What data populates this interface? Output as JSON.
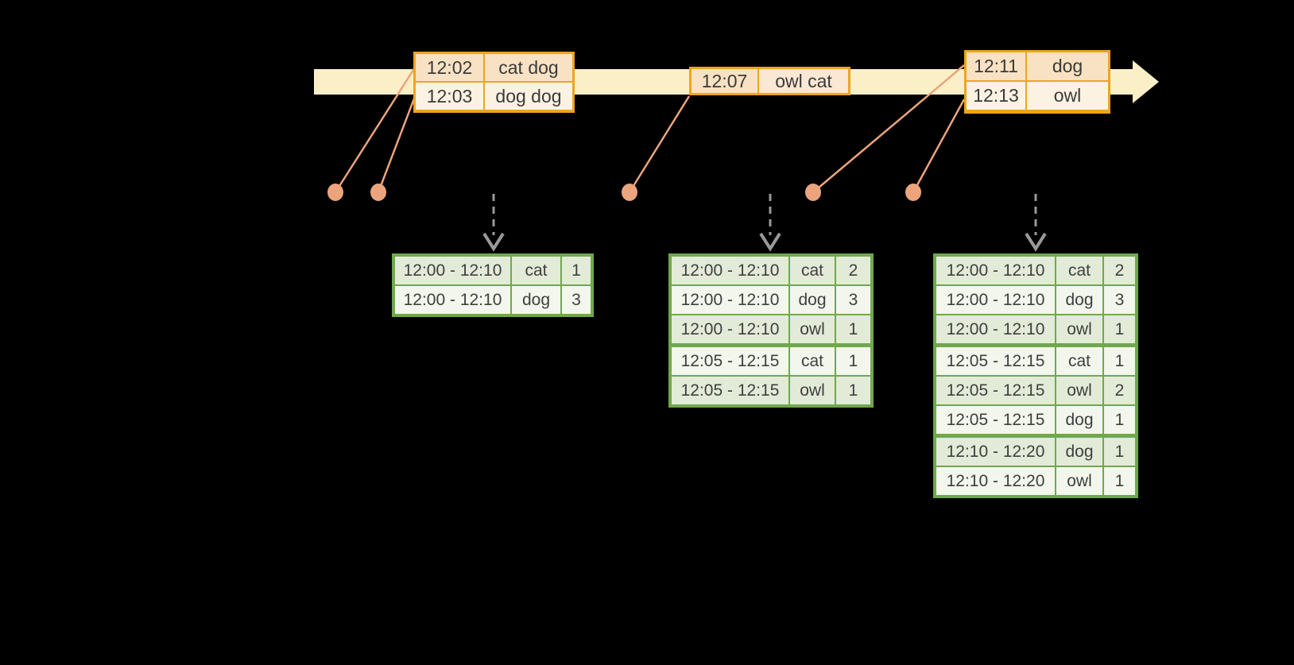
{
  "diagram": {
    "background_color": "#000000",
    "colors": {
      "timeline_band": "#FBEFC8",
      "event_border": "#EDA41F",
      "event_cell_peach": "#F9E2C3",
      "event_cell_cream": "#FCF2E2",
      "connector_salmon": "#ECA47C",
      "table_border_green": "#70A84D",
      "table_row_dark": "#E2EBD7",
      "table_row_light": "#F2F6EC",
      "trigger_arrow_gray": "#999999",
      "text_dark": "#3A3A3A"
    },
    "icons": {
      "timeline_arrow": "right-arrow",
      "event_dot": "filled-circle",
      "trigger_arrow": "dashed-down-arrow"
    },
    "event_boxes": [
      {
        "rows": [
          {
            "time": "12:02",
            "words": "cat dog"
          },
          {
            "time": "12:03",
            "words": "dog dog"
          }
        ]
      },
      {
        "rows": [
          {
            "time": "12:07",
            "words": "owl cat"
          }
        ]
      },
      {
        "rows": [
          {
            "time": "12:11",
            "words": "dog"
          },
          {
            "time": "12:13",
            "words": "owl"
          }
        ]
      }
    ],
    "result_tables": [
      {
        "rows": [
          {
            "window": "12:00 - 12:10",
            "word": "cat",
            "count": "1"
          },
          {
            "window": "12:00 - 12:10",
            "word": "dog",
            "count": "3"
          }
        ]
      },
      {
        "rows": [
          {
            "window": "12:00 - 12:10",
            "word": "cat",
            "count": "2"
          },
          {
            "window": "12:00 - 12:10",
            "word": "dog",
            "count": "3"
          },
          {
            "window": "12:00 - 12:10",
            "word": "owl",
            "count": "1"
          },
          {
            "window": "12:05 - 12:15",
            "word": "cat",
            "count": "1"
          },
          {
            "window": "12:05 - 12:15",
            "word": "owl",
            "count": "1"
          }
        ]
      },
      {
        "rows": [
          {
            "window": "12:00 - 12:10",
            "word": "cat",
            "count": "2"
          },
          {
            "window": "12:00 - 12:10",
            "word": "dog",
            "count": "3"
          },
          {
            "window": "12:00 - 12:10",
            "word": "owl",
            "count": "1"
          },
          {
            "window": "12:05 - 12:15",
            "word": "cat",
            "count": "1"
          },
          {
            "window": "12:05 - 12:15",
            "word": "owl",
            "count": "2"
          },
          {
            "window": "12:05 - 12:15",
            "word": "dog",
            "count": "1"
          },
          {
            "window": "12:10 - 12:20",
            "word": "dog",
            "count": "1"
          },
          {
            "window": "12:10 - 12:20",
            "word": "owl",
            "count": "1"
          }
        ]
      }
    ]
  }
}
